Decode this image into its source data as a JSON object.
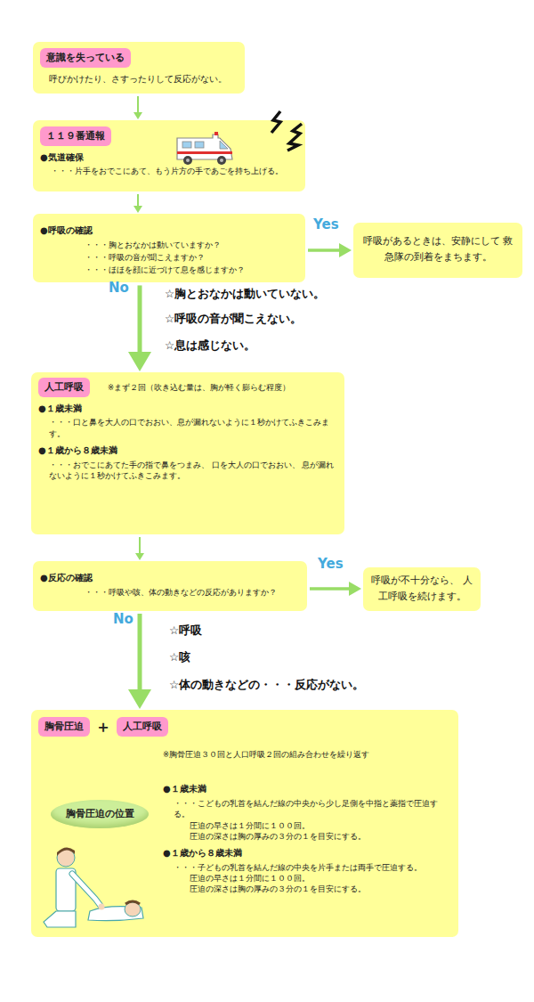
{
  "diagram": {
    "nodes": [
      {
        "text": [
          "意識を失っている",
          "呼びかけたり、さすったりして反応がない。"
        ]
      },
      {
        "text": [
          "１１９番通報",
          "●気道確保",
          "・・・片手をおでこにあて、もう片方の手であごを持ち上げる。"
        ]
      },
      {
        "text": [
          "●呼吸の確認",
          "・・・胸とおなかは動いていますか？",
          "・・・呼吸の音が聞こえますか？",
          "・・・ほほを顔に近づけて息を感じますか？"
        ]
      },
      {
        "text": [
          "呼吸があるときは、安静にして 救急隊の到着をまちます。"
        ]
      },
      {
        "text": [
          "人工呼吸",
          "※まず２回（吹き込む量は、胸が軽く膨らむ程度）",
          "●１歳未満",
          "・・・口と鼻を大人の口でおおい、息が漏れないように１秒かけてふきこみます。",
          "●１歳から８歳未満",
          "・・・おでこにあてた手の指で鼻をつまみ、 口を大人の口でおおい、 息が漏れないように１秒かけてふきこみます。"
        ]
      },
      {
        "text": [
          "●反応の確認",
          "・・・呼吸や咳、体の動きなどの反応がありますか？"
        ]
      },
      {
        "text": [
          "呼吸が不十分なら、 人工呼吸を続けます。"
        ]
      },
      {
        "text": [
          "胸骨圧迫",
          "＋",
          "人工呼吸",
          "※胸骨圧迫３０回と人口呼吸２回の組み合わせを繰り返す",
          "●１歳未満",
          "・・・こどもの乳首を結んだ線の中央から少し足側を中指と薬指で圧迫する。",
          "圧迫の早さは１分間に１００回。",
          "圧迫の深さは胸の厚みの３分の１を目安にする。",
          "●１歳から８歳未満",
          "・・・子どもの乳首を結んだ線の中央を片手または両手で圧迫する。",
          "圧迫の早さは１分間に１００回。",
          "圧迫の深さは胸の厚みの３分の１を目安にする。"
        ]
      },
      {
        "text": [
          "胸骨圧迫の位置"
        ],
        "in": 7
      }
    ],
    "edges": [
      {
        "from": 0,
        "to": 1,
        "arrow": "to"
      },
      {
        "from": 1,
        "to": 2,
        "arrow": "to"
      },
      {
        "from": 2,
        "to": 3,
        "arrow": "to",
        "label": "Yes"
      },
      {
        "from": 2,
        "to": 4,
        "arrow": "to",
        "label": "No"
      },
      {
        "from": 4,
        "to": 5,
        "arrow": "to"
      },
      {
        "from": 5,
        "to": 6,
        "arrow": "to",
        "label": "Yes"
      },
      {
        "from": 5,
        "to": 7,
        "arrow": "to",
        "label": "No"
      }
    ],
    "labels": [
      "☆胸とおなかは動いていない。",
      "☆呼吸の音が聞こえない。",
      "☆息は感じない。",
      "☆呼吸",
      "☆咳",
      "☆体の動きなどの・・・反応がない。"
    ]
  }
}
